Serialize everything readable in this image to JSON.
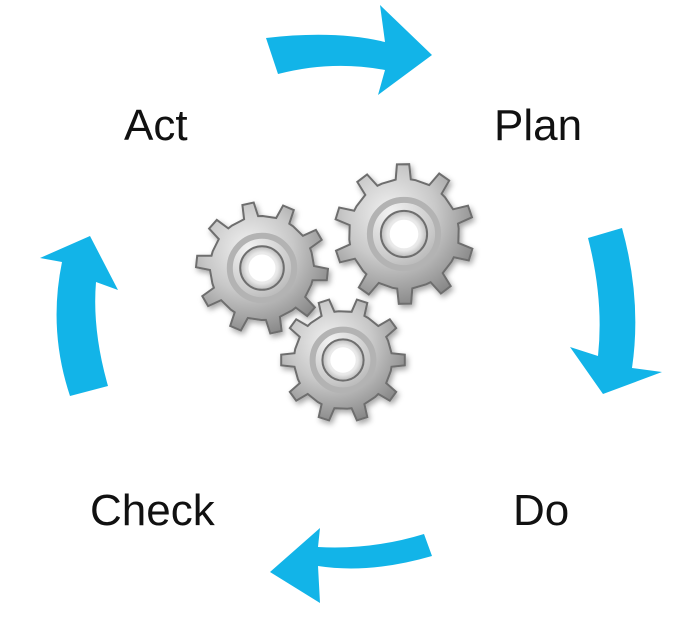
{
  "labels": {
    "act": "Act",
    "plan": "Plan",
    "do": "Do",
    "check": "Check"
  },
  "colors": {
    "arrow": "#12b4e8",
    "gear_light": "#e6e6e6",
    "gear_mid": "#b3b3b3",
    "gear_dark": "#6e6e6e",
    "text": "#111111"
  },
  "icons": {
    "center": "gears-icon"
  }
}
